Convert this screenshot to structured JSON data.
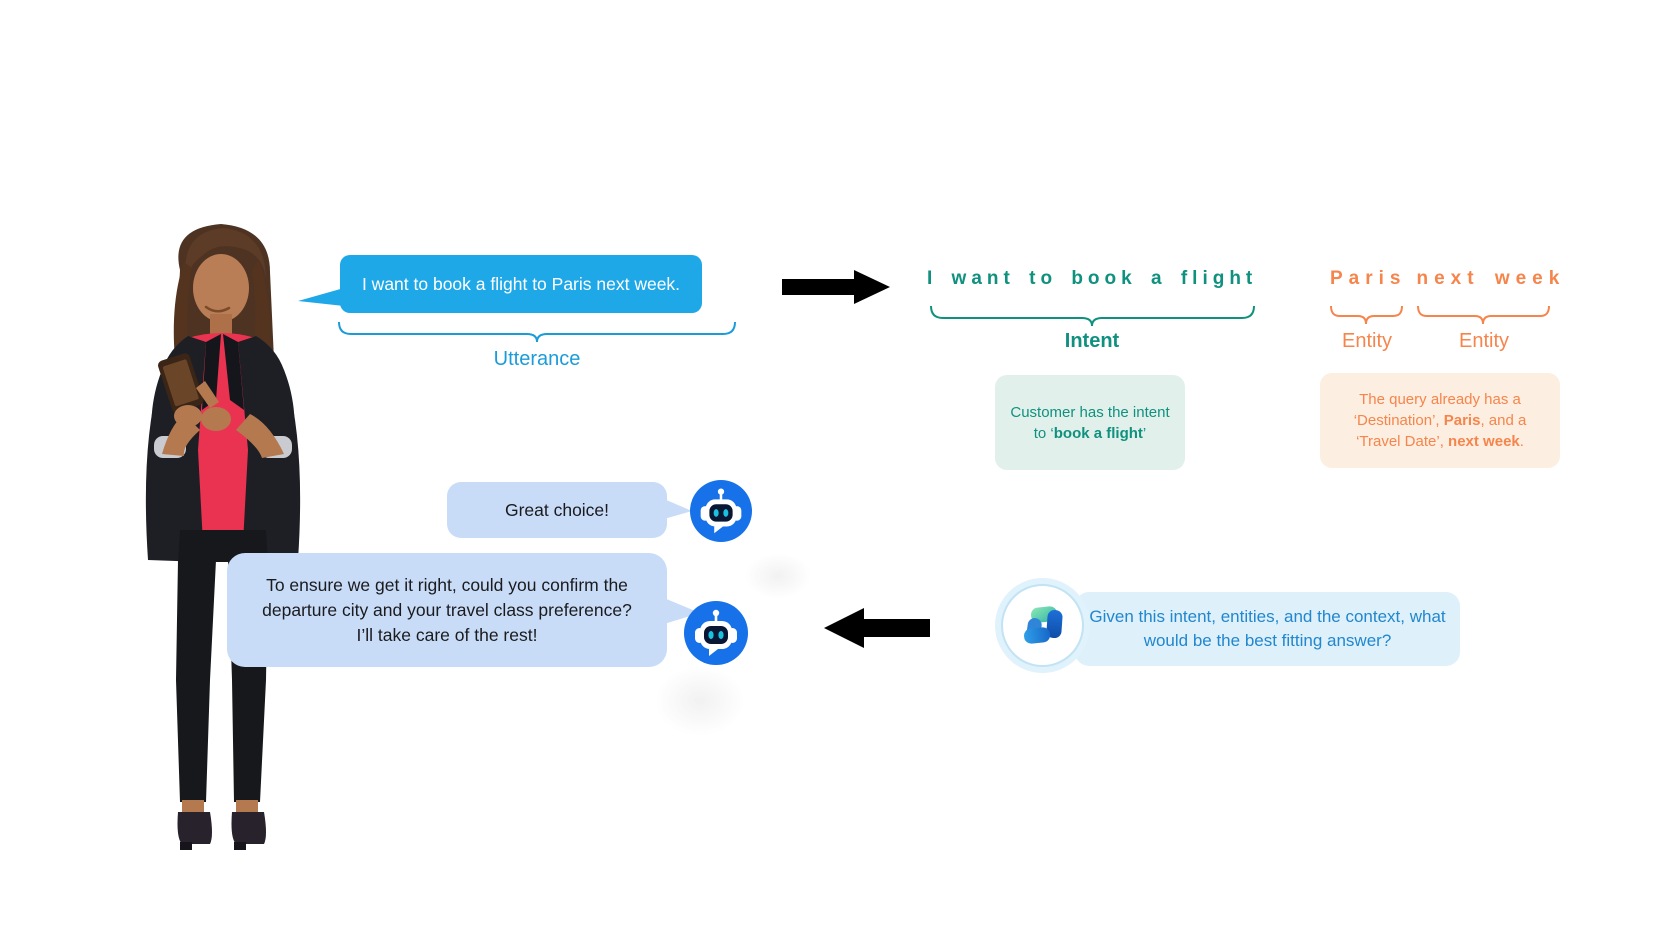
{
  "figure": {
    "utterance": {
      "bubble_text": "I want to book a flight to Paris next week.",
      "label": "Utterance"
    },
    "intent": {
      "phrase": "I want to book a flight",
      "label": "Intent",
      "note_pre": "Customer has the intent to ‘",
      "note_bold": "book a flight",
      "note_post": "’"
    },
    "entities": {
      "word1": "Paris",
      "word2": "next week",
      "label1": "Entity",
      "label2": "Entity",
      "note_p1": "The query already has a ‘Destination’, ",
      "note_b1": "Paris",
      "note_p2": ", and a ‘Travel Date’, ",
      "note_b2": "next week",
      "note_p3": "."
    },
    "bot": {
      "reply_short": "Great choice!",
      "reply_long": "To ensure we get it right, could you confirm the departure city and your travel class preference? I’ll take care of the rest!"
    },
    "copilot": {
      "prompt": "Given this intent, entities, and the context, what would be the best fitting answer?"
    }
  },
  "colors": {
    "cyan": "#1FA8E8",
    "cyan_dark": "#1B9CD9",
    "teal": "#10917F",
    "teal_bg": "#E1F0EB",
    "orange": "#F6854C",
    "orange_bg": "#FCEEE1",
    "chat_bubble": "#C8DCF8",
    "bot_blue": "#1772EA",
    "copilot_bubble_bg": "#DEF0FA",
    "copilot_text": "#2187CE",
    "arrow": "#000000"
  }
}
